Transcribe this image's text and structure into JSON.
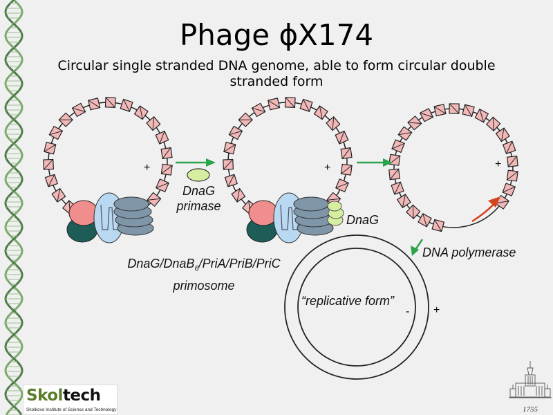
{
  "slide": {
    "title": "Phage ϕX174",
    "subtitle": "Circular single stranded DNA genome, able to form circular double stranded form"
  },
  "labels": {
    "dnag_primase_line1": "DnaG",
    "dnag_primase_line2": "primase",
    "dnag": "DnaG",
    "dna_polymerase": "DNA polymerase",
    "primosome_line1_prefix": "DnaG/DnaB",
    "primosome_line1_sub": "6",
    "primosome_line1_suffix": "/PriA/PriB/PriC",
    "primosome_line2": "primosome",
    "replicative_form": "“replicative form”",
    "plus": "+",
    "minus": "-"
  },
  "logo": {
    "main_part1": "Skol",
    "main_part2": "tech",
    "sub": "Skolkovo Institute of Science and Technology"
  },
  "corner_year": "1755",
  "colors": {
    "background": "#f0f0f0",
    "box_fill": "#f2b8b8",
    "arrow_green": "#2aa34a",
    "arrow_red": "#d2451e",
    "primase_green": "#d6eea0",
    "protein_pink": "#f08d8d",
    "protein_teal": "#1d5c57",
    "protein_lightblue": "#b9d9f2",
    "protein_slate": "#7f95a8",
    "helix_green": "#7aa86c",
    "logo_green": "#5a7d2a"
  }
}
